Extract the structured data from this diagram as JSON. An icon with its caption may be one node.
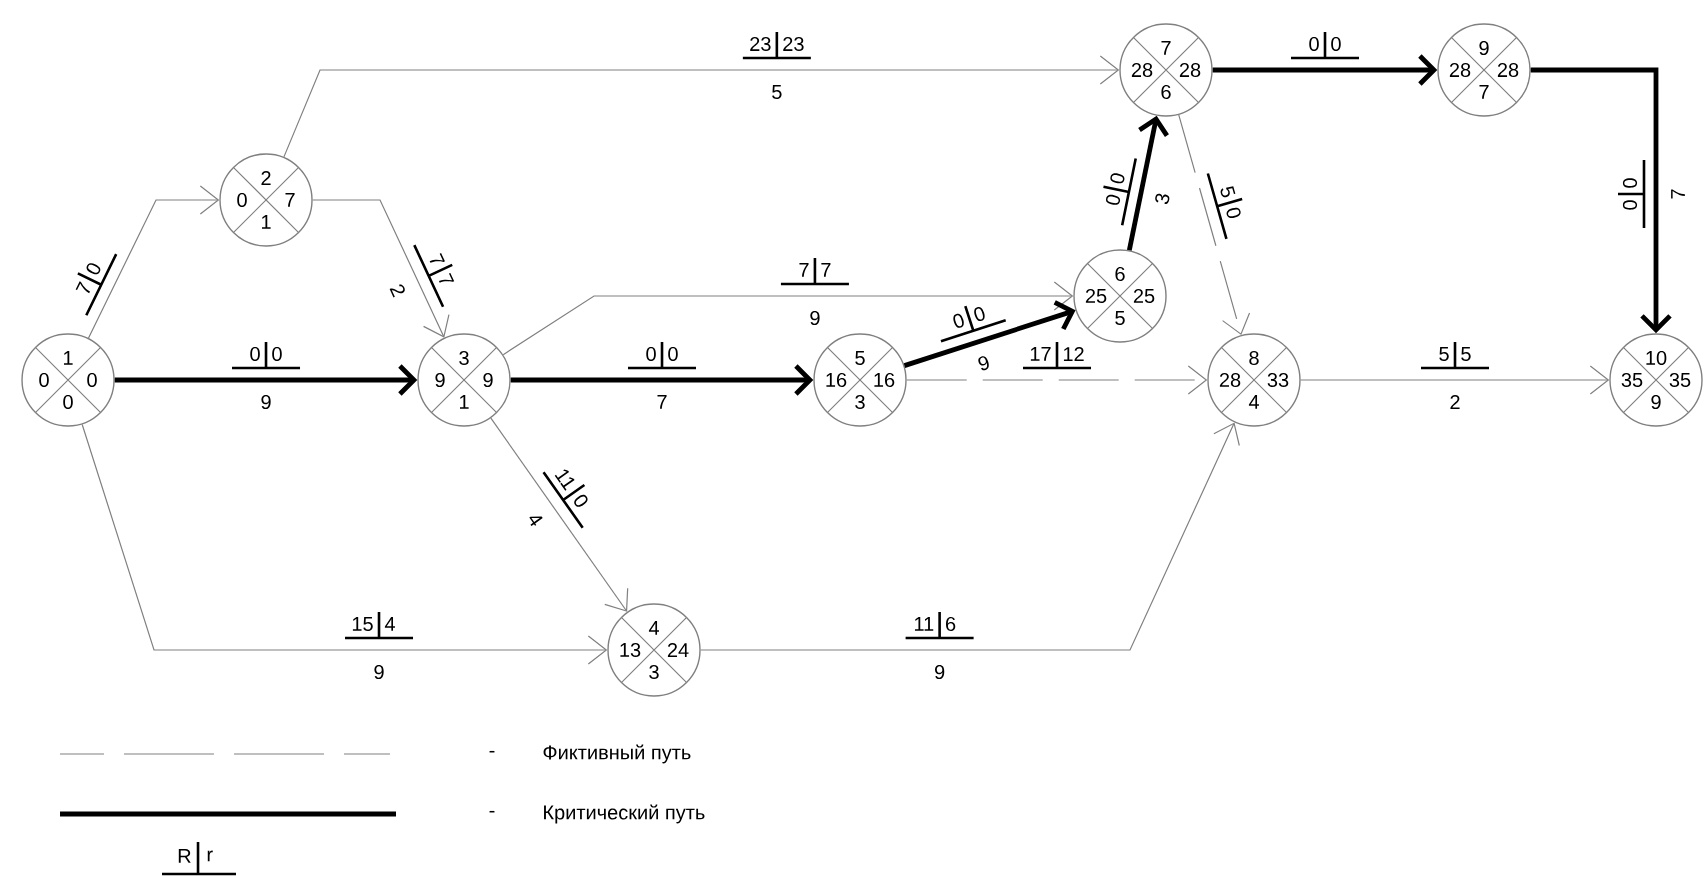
{
  "diagram": {
    "nodes": [
      {
        "text": [
          "1",
          "0",
          "0",
          "0"
        ]
      },
      {
        "text": [
          "2",
          "0",
          "7",
          "1"
        ]
      },
      {
        "text": [
          "3",
          "9",
          "9",
          "1"
        ]
      },
      {
        "text": [
          "4",
          "13",
          "24",
          "3"
        ]
      },
      {
        "text": [
          "5",
          "16",
          "16",
          "3"
        ]
      },
      {
        "text": [
          "6",
          "25",
          "25",
          "5"
        ]
      },
      {
        "text": [
          "7",
          "28",
          "28",
          "6"
        ]
      },
      {
        "text": [
          "8",
          "28",
          "33",
          "4"
        ]
      },
      {
        "text": [
          "9",
          "28",
          "28",
          "7"
        ]
      },
      {
        "text": [
          "10",
          "35",
          "35",
          "9"
        ]
      }
    ],
    "edges": [
      {
        "from": 0,
        "to": 1,
        "arrow": "to"
      },
      {
        "from": 0,
        "to": 2,
        "arrow": "to",
        "label": "9",
        "style": "thick",
        "color": "#000000"
      },
      {
        "from": 0,
        "to": 3,
        "arrow": "to",
        "label": "9"
      },
      {
        "from": 1,
        "to": 2,
        "arrow": "to",
        "label": "2"
      },
      {
        "from": 1,
        "to": 6,
        "arrow": "to",
        "label": "5"
      },
      {
        "from": 2,
        "to": 5,
        "arrow": "to",
        "label": "9"
      },
      {
        "from": 2,
        "to": 4,
        "arrow": "to",
        "label": "7",
        "style": "thick",
        "color": "#000000"
      },
      {
        "from": 2,
        "to": 3,
        "arrow": "to",
        "label": "4"
      },
      {
        "from": 4,
        "to": 5,
        "arrow": "to",
        "label": "9",
        "style": "thick",
        "color": "#000000"
      },
      {
        "from": 4,
        "to": 7,
        "arrow": "to",
        "style": "dashed"
      },
      {
        "from": 5,
        "to": 6,
        "arrow": "to",
        "label": "3",
        "style": "thick",
        "color": "#000000"
      },
      {
        "from": 6,
        "to": 8,
        "arrow": "to",
        "style": "thick",
        "color": "#000000"
      },
      {
        "from": 6,
        "to": 7,
        "arrow": "to",
        "style": "dashed"
      },
      {
        "from": 8,
        "to": 9,
        "arrow": "to",
        "label": "7",
        "style": "thick",
        "color": "#000000"
      },
      {
        "from": 7,
        "to": 9,
        "arrow": "to",
        "label": "2"
      },
      {
        "from": 3,
        "to": 7,
        "arrow": "to",
        "label": "9"
      }
    ],
    "labels": [
      "7",
      "0",
      "0",
      "0",
      "15",
      "4",
      "7",
      "7",
      "23",
      "23",
      "7",
      "7",
      "0",
      "0",
      "11",
      "0",
      "0",
      "0",
      "17",
      "12",
      "0",
      "0",
      "0",
      "0",
      "5",
      "0",
      "0",
      "0",
      "5",
      "5",
      "11",
      "6",
      "-",
      "-",
      "R",
      "r"
    ],
    "legend": [
      {
        "text": "Фиктивный путь"
      },
      {
        "text": "Критический путь"
      }
    ]
  }
}
